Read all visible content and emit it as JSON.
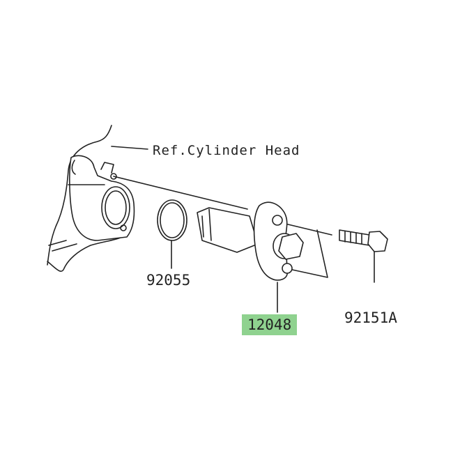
{
  "diagram": {
    "reference_label": "Ref.Cylinder Head",
    "parts": [
      {
        "number": "92055",
        "highlighted": false
      },
      {
        "number": "12048",
        "highlighted": true
      },
      {
        "number": "92151A",
        "highlighted": false
      }
    ],
    "highlight_color": "#8fd28f"
  }
}
